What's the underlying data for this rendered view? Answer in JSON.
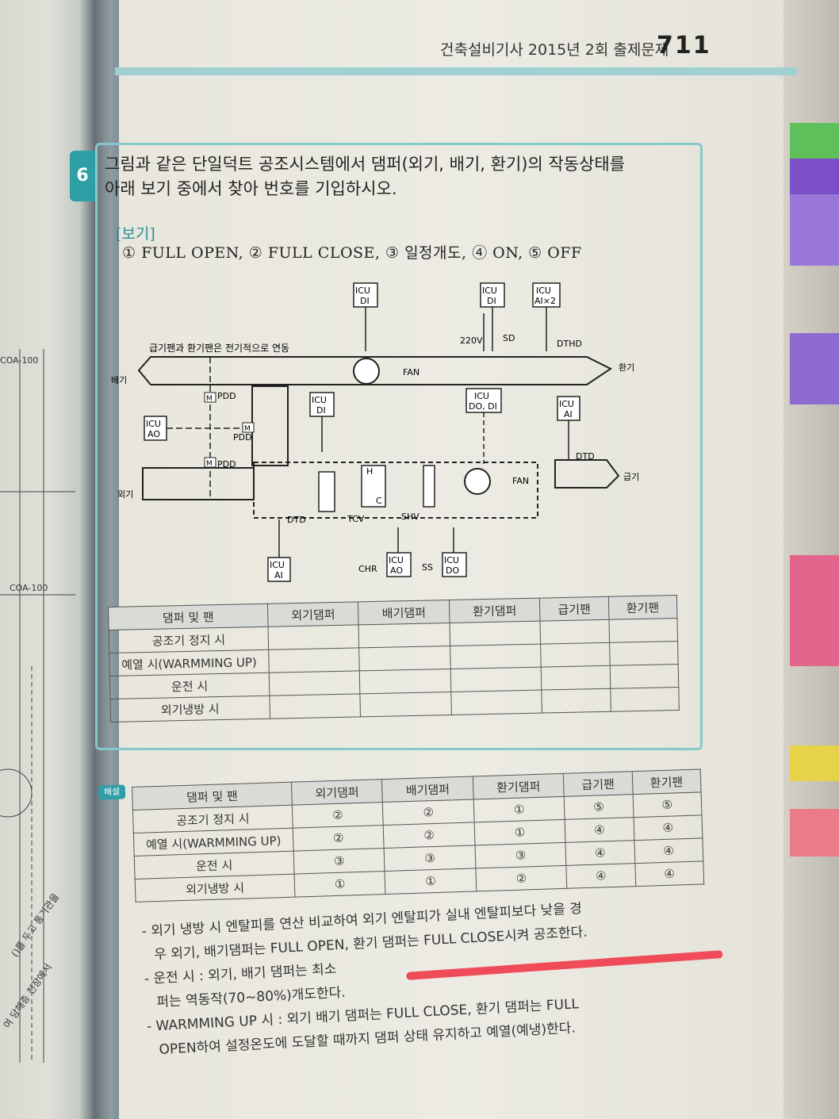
{
  "header": {
    "title": "건축설비기사 2015년 2회 출제문제",
    "page_number": "711"
  },
  "question": {
    "number": "6",
    "text_line1": "그림과 같은 단일덕트 공조시스템에서 댐퍼(외기, 배기, 환기)의 작동상태를",
    "text_line2": "아래 보기 중에서 찾아 번호를 기입하시오.",
    "bogi_label": "[보기]",
    "options": "① FULL OPEN, ② FULL CLOSE, ③ 일정개도, ④ ON, ⑤ OFF"
  },
  "diagram": {
    "note": "급기팬과 환기팬은 전기적으로 연동",
    "exhaust": "배기",
    "return": "환기",
    "outdoor": "외기",
    "supply": "급기",
    "fan": "FAN",
    "pdd": "PDD",
    "dtd": "DTD",
    "dthd": "DTHD",
    "sd": "SD",
    "v220": "220V",
    "tcv": "TCV",
    "shv": "SHV",
    "chr": "CHR",
    "ss": "SS",
    "h": "H",
    "c": "C",
    "m": "M",
    "icu": "ICU",
    "di": "DI",
    "ai": "AI",
    "ao": "AO",
    "do": "DO",
    "dodi": "DO, DI",
    "aix2": "AI×2"
  },
  "table_question": {
    "headers": [
      "댐퍼 및 팬",
      "외기댐퍼",
      "배기댐퍼",
      "환기댐퍼",
      "급기팬",
      "환기팬"
    ],
    "rows": [
      "공조기 정지 시",
      "예열 시(WARMMING UP)",
      "운전 시",
      "외기냉방 시"
    ]
  },
  "solution": {
    "label": "해설",
    "headers": [
      "댐퍼 및 팬",
      "외기댐퍼",
      "배기댐퍼",
      "환기댐퍼",
      "급기팬",
      "환기팬"
    ],
    "rows": [
      [
        "공조기 정지 시",
        "②",
        "②",
        "①",
        "⑤",
        "⑤"
      ],
      [
        "예열 시(WARMMING UP)",
        "②",
        "②",
        "①",
        "④",
        "④"
      ],
      [
        "운전 시",
        "③",
        "③",
        "③",
        "④",
        "④"
      ],
      [
        "외기냉방 시",
        "①",
        "①",
        "②",
        "④",
        "④"
      ]
    ],
    "explanations": [
      "- 외기 냉방 시 엔탈피를 연산 비교하여 외기 엔탈피가 실내 엔탈피보다 낮을 경",
      "우 외기, 배기댐퍼는 FULL OPEN, 환기 댐퍼는 FULL CLOSE시켜 공조한다.",
      "- 운전 시 : 외기, 배기 댐퍼는 최소",
      "퍼는 역동작(70~80%)개도한다.",
      "- WARMMING UP 시 : 외기 배기 댐퍼는 FULL CLOSE, 환기 댐퍼는 FULL",
      "OPEN하여 설정온도에 도달할 때까지 댐퍼 상태 유지하고 예열(예냉)한다."
    ]
  },
  "left_page": {
    "label1": "COA-100",
    "label2": "COA-100",
    "vertical1": "()를 두고 통기관을",
    "vertical2": "여 당해층 천장에서"
  }
}
